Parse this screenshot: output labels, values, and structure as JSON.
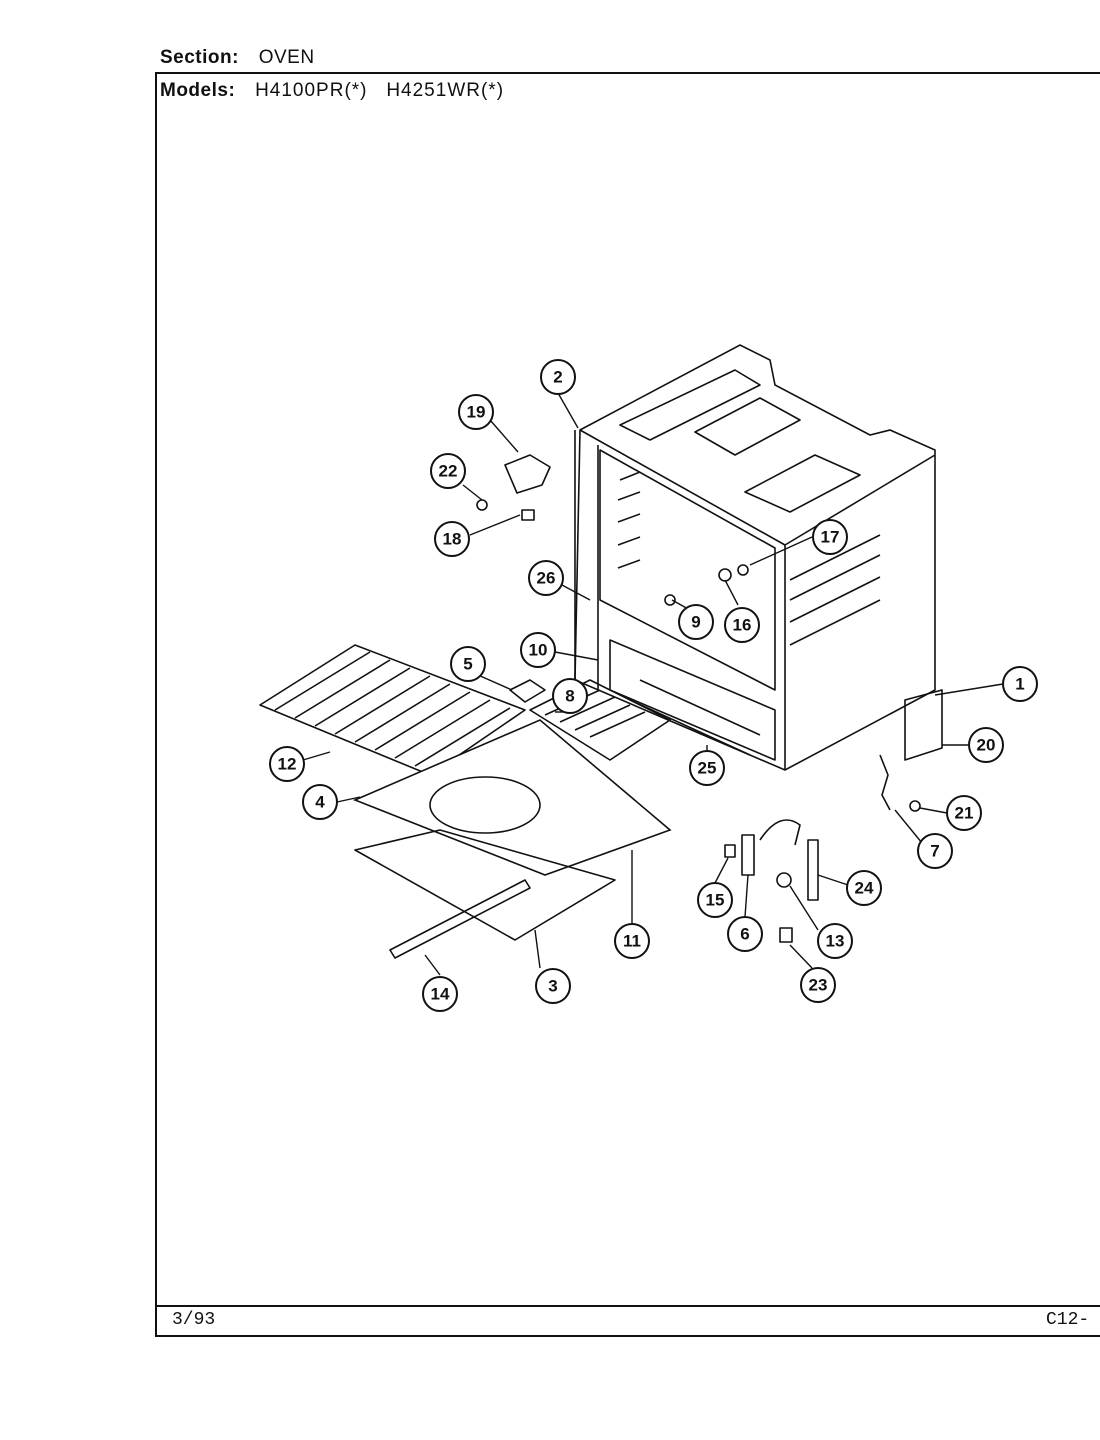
{
  "header": {
    "section_label": "Section:",
    "section_value": "OVEN",
    "models_label": "Models:",
    "models_value": "H4100PR(*)   H4251WR(*)"
  },
  "footer": {
    "date": "3/93",
    "code": "C12-"
  },
  "callouts": [
    {
      "id": "1",
      "label": "1"
    },
    {
      "id": "2",
      "label": "2"
    },
    {
      "id": "3",
      "label": "3"
    },
    {
      "id": "4",
      "label": "4"
    },
    {
      "id": "5",
      "label": "5"
    },
    {
      "id": "6",
      "label": "6"
    },
    {
      "id": "7",
      "label": "7"
    },
    {
      "id": "8",
      "label": "8"
    },
    {
      "id": "9",
      "label": "9"
    },
    {
      "id": "10",
      "label": "10"
    },
    {
      "id": "11",
      "label": "11"
    },
    {
      "id": "12",
      "label": "12"
    },
    {
      "id": "13",
      "label": "13"
    },
    {
      "id": "14",
      "label": "14"
    },
    {
      "id": "15",
      "label": "15"
    },
    {
      "id": "16",
      "label": "16"
    },
    {
      "id": "17",
      "label": "17"
    },
    {
      "id": "18",
      "label": "18"
    },
    {
      "id": "19",
      "label": "19"
    },
    {
      "id": "20",
      "label": "20"
    },
    {
      "id": "21",
      "label": "21"
    },
    {
      "id": "22",
      "label": "22"
    },
    {
      "id": "23",
      "label": "23"
    },
    {
      "id": "24",
      "label": "24"
    },
    {
      "id": "25",
      "label": "25"
    },
    {
      "id": "26",
      "label": "26"
    }
  ]
}
